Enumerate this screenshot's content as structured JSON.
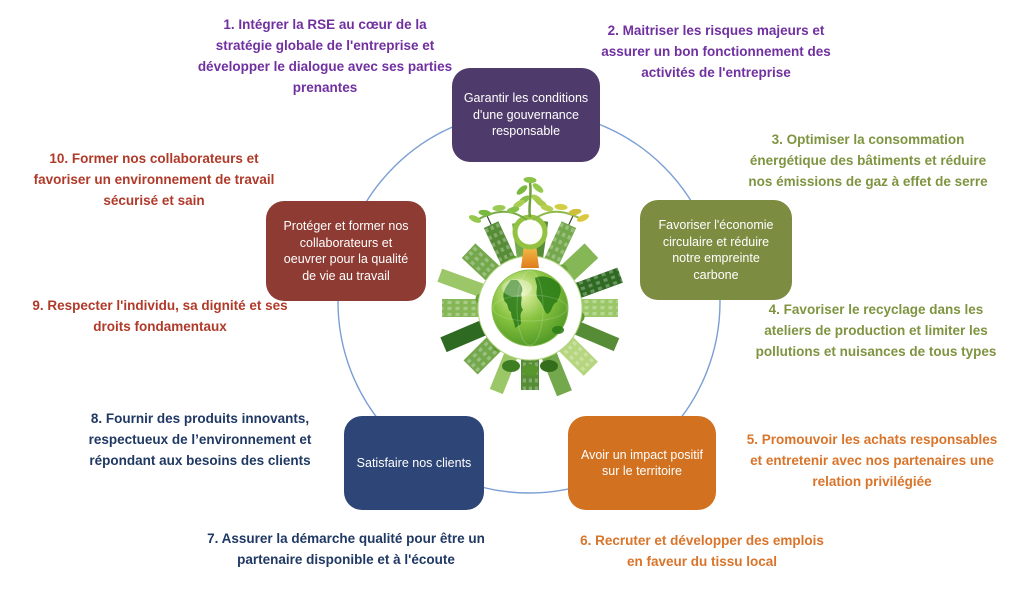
{
  "diagram": {
    "connector_color": "#7b9fd4",
    "nodes": {
      "governance": {
        "label": "Garantir les conditions\nd'une gouvernance\nresponsable",
        "bg": "#4e3b6b"
      },
      "collaborators": {
        "label": "Protéger et former nos\ncollaborateurs et\noeuvrer pour la qualité\nde vie au travail",
        "bg": "#8e3b33"
      },
      "circular_economy": {
        "label": "Favoriser l'économie\ncirculaire et réduire\nnotre empreinte\ncarbone",
        "bg": "#7c8d42"
      },
      "clients": {
        "label": "Satisfaire nos clients",
        "bg": "#2d4577"
      },
      "territory": {
        "label": "Avoir un impact positif\nsur le territoire",
        "bg": "#d2711f"
      }
    },
    "objectives": {
      "o1": {
        "text": "1. Intégrer la RSE au cœur de la\nstratégie globale de l'entreprise et\ndévelopper le dialogue avec ses parties\nprenantes",
        "color": "#7030a0"
      },
      "o2": {
        "text": "2. Maitriser les risques majeurs et\nassurer un bon fonctionnement des\nactivités de l'entreprise",
        "color": "#7030a0"
      },
      "o3": {
        "text": "3. Optimiser la consommation\nénergétique des bâtiments et réduire\nnos émissions de gaz à effet de serre",
        "color": "#7e9440"
      },
      "o4": {
        "text": "4. Favoriser le recyclage dans les\nateliers de production et limiter les\npollutions et nuisances de tous types",
        "color": "#7e9440"
      },
      "o5": {
        "text": "5. Promouvoir les achats responsables\net entretenir avec nos partenaires une\nrelation privilégiée",
        "color": "#d9742a"
      },
      "o6": {
        "text": "6. Recruter et développer des emplois\nen faveur du tissu local",
        "color": "#d9742a"
      },
      "o7": {
        "text": "7. Assurer la démarche qualité pour être un\npartenaire disponible et à l'écoute",
        "color": "#1f3864"
      },
      "o8": {
        "text": "8. Fournir des produits innovants,\nrespectueux de l’environnement et\nrépondant aux besoins des clients",
        "color": "#1f3864"
      },
      "o9": {
        "text": "9. Respecter l'individu, sa dignité et ses\ndroits fondamentaux",
        "color": "#b03a2a"
      },
      "o10": {
        "text": "10. Former nos collaborateurs et\nfavoriser un environnement de travail\nsécurisé et sain",
        "color": "#b03a2a"
      }
    },
    "illustration": {
      "name": "eco-city-globe"
    }
  }
}
